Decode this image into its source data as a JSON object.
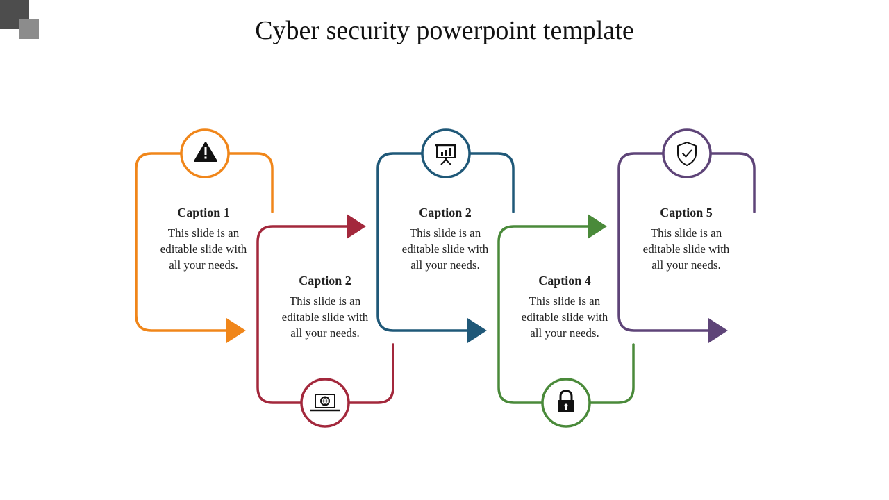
{
  "title": "Cyber security powerpoint template",
  "colors": {
    "orange": "#f0861a",
    "red": "#a3283c",
    "blue": "#1f5878",
    "green": "#4a8a3a",
    "purple": "#5e4478"
  },
  "steps": [
    {
      "caption": "Caption 1",
      "text": "This slide is an editable slide with all your needs.",
      "color": "#f0861a",
      "icon": "warning-icon"
    },
    {
      "caption": "Caption 2",
      "text": "This slide is an editable slide with all your needs.",
      "color": "#a3283c",
      "icon": "laptop-globe-icon"
    },
    {
      "caption": "Caption 2",
      "text": "This slide is an editable slide with all your needs.",
      "color": "#1f5878",
      "icon": "presentation-chart-icon"
    },
    {
      "caption": "Caption 4",
      "text": "This slide is an editable slide with all your needs.",
      "color": "#4a8a3a",
      "icon": "padlock-icon"
    },
    {
      "caption": "Caption 5",
      "text": "This slide is an editable slide with all your needs.",
      "color": "#5e4478",
      "icon": "shield-check-icon"
    }
  ]
}
